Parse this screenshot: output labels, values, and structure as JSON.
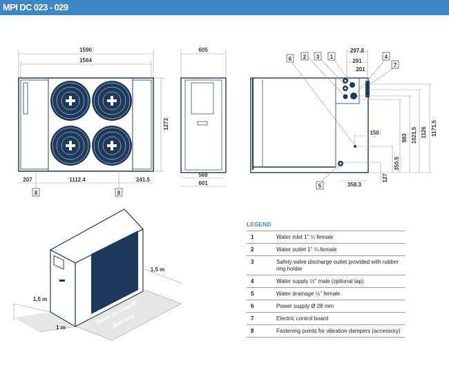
{
  "header": {
    "title": "MPI DC 023 - 029"
  },
  "front_view": {
    "width_total": "1590",
    "width_inner": "1564",
    "height": "1273",
    "bottom_left": "207",
    "bottom_mid": "1112.4",
    "bottom_right": "241.5",
    "marker_left": "8",
    "marker_right": "8"
  },
  "side_view": {
    "depth_top": "605",
    "depth_inner": "568",
    "depth_total": "601"
  },
  "rear_view": {
    "d1": "297.8",
    "d2": "291",
    "d3": "201",
    "d4": "150",
    "d5": "358.3",
    "h1": "983",
    "h2": "1021.5",
    "h3": "1126",
    "h4": "1171.5",
    "h5": "350.5",
    "h6": "127",
    "m1": "1",
    "m2": "2",
    "m3": "3",
    "m4": "4",
    "m5": "5",
    "m6": "6",
    "m7": "7"
  },
  "iso_view": {
    "clear_left": "1,5 m",
    "clear_right": "1,5 m",
    "clear_front": "1 m",
    "area_line1": "libero da ostacoli",
    "area_line2": "dear area"
  },
  "legend": {
    "title": "LEGEND",
    "items": [
      {
        "num": "1",
        "text": "Water inlet 1\" ¼ female"
      },
      {
        "num": "2",
        "text": "Water outlet 1\" ¼ female"
      },
      {
        "num": "3",
        "text": "Safety valve discharge outlet provided with rubber ring holder"
      },
      {
        "num": "4",
        "text": "Water supply ½\" male (optional tap)"
      },
      {
        "num": "5",
        "text": "Water drainage ½\" female"
      },
      {
        "num": "6",
        "text": "Power supply Ø 28 mm"
      },
      {
        "num": "7",
        "text": "Electric control board"
      },
      {
        "num": "8",
        "text": "Fastening points for vibration dampers (accessory)"
      }
    ]
  }
}
